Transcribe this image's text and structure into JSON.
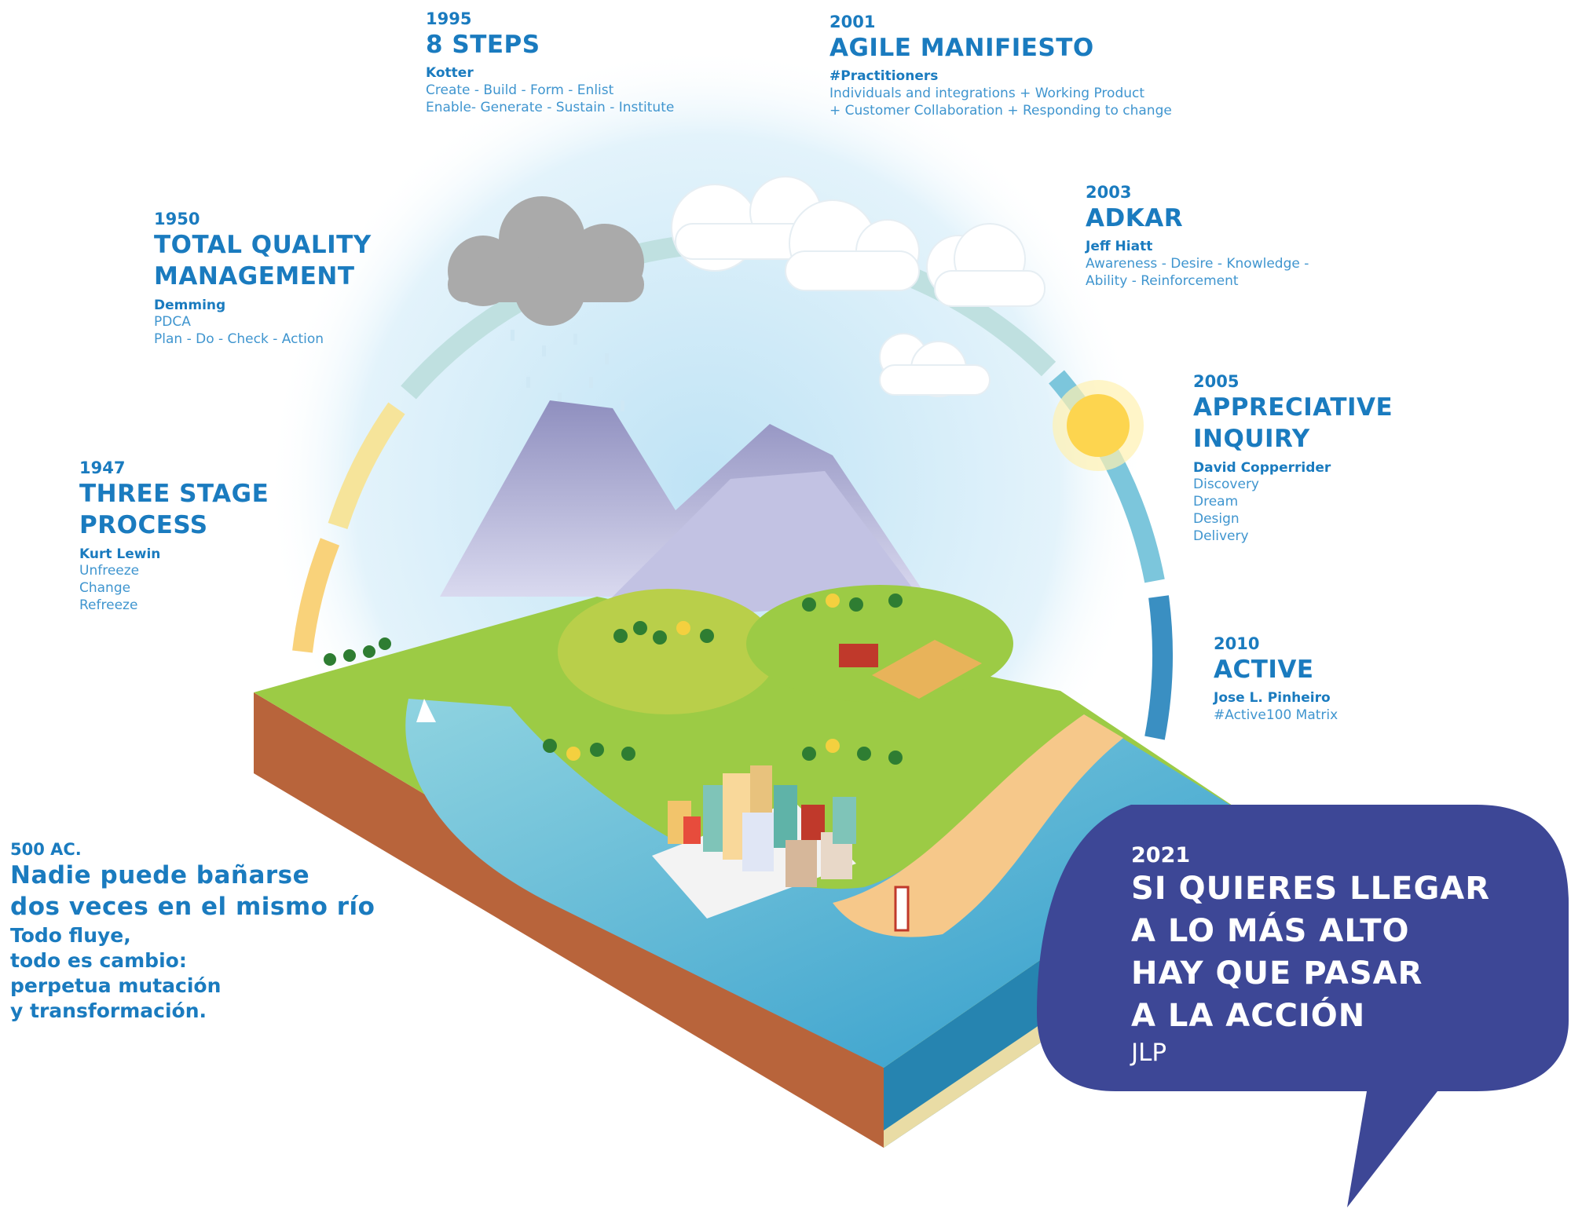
{
  "colors": {
    "text": "#1a7bbf",
    "bubble": "#3d4796",
    "water": "#2f9bcb",
    "grass": "#8dc63f",
    "soil": "#b8643b",
    "sun": "#fdd54f"
  },
  "milestones": [
    {
      "year": "1995",
      "title": [
        "8 STEPS"
      ],
      "author": "Kotter",
      "lines": [
        "Create - Build - Form - Enlist",
        "Enable- Generate - Sustain - Institute"
      ]
    },
    {
      "year": "2001",
      "title": [
        "AGILE MANIFIESTO"
      ],
      "author": "#Practitioners",
      "lines": [
        "Individuals and integrations + Working Product",
        "+ Customer Collaboration + Responding to change"
      ]
    },
    {
      "year": "1950",
      "title": [
        "TOTAL QUALITY",
        "MANAGEMENT"
      ],
      "author": "Demming",
      "lines": [
        "PDCA",
        "Plan - Do - Check - Action"
      ]
    },
    {
      "year": "2003",
      "title": [
        "ADKAR"
      ],
      "author": "Jeff Hiatt",
      "lines": [
        "Awareness - Desire - Knowledge -",
        "Ability - Reinforcement"
      ]
    },
    {
      "year": "2005",
      "title": [
        "APPRECIATIVE",
        "INQUIRY"
      ],
      "author": "David Copperrider",
      "lines": [
        "Discovery",
        "Dream",
        "Design",
        "Delivery"
      ]
    },
    {
      "year": "1947",
      "title": [
        "THREE STAGE",
        "PROCESS"
      ],
      "author": "Kurt Lewin",
      "lines": [
        "Unfreeze",
        "Change",
        "Refreeze"
      ]
    },
    {
      "year": "2010",
      "title": [
        "ACTIVE"
      ],
      "author": "Jose L. Pinheiro",
      "lines": [
        "#Active100 Matrix"
      ]
    }
  ],
  "quote": {
    "year": "500 AC.",
    "title": [
      "Nadie puede bañarse",
      "dos veces en el mismo río"
    ],
    "lines": [
      "Todo fluye,",
      "todo es cambio:",
      "perpetua mutación",
      "y transformación."
    ]
  },
  "bubble": {
    "year": "2021",
    "lines": [
      "SI QUIERES LLEGAR",
      "A LO MÁS ALTO",
      "HAY QUE PASAR",
      "A LA ACCIÓN"
    ],
    "signature": "JLP"
  }
}
